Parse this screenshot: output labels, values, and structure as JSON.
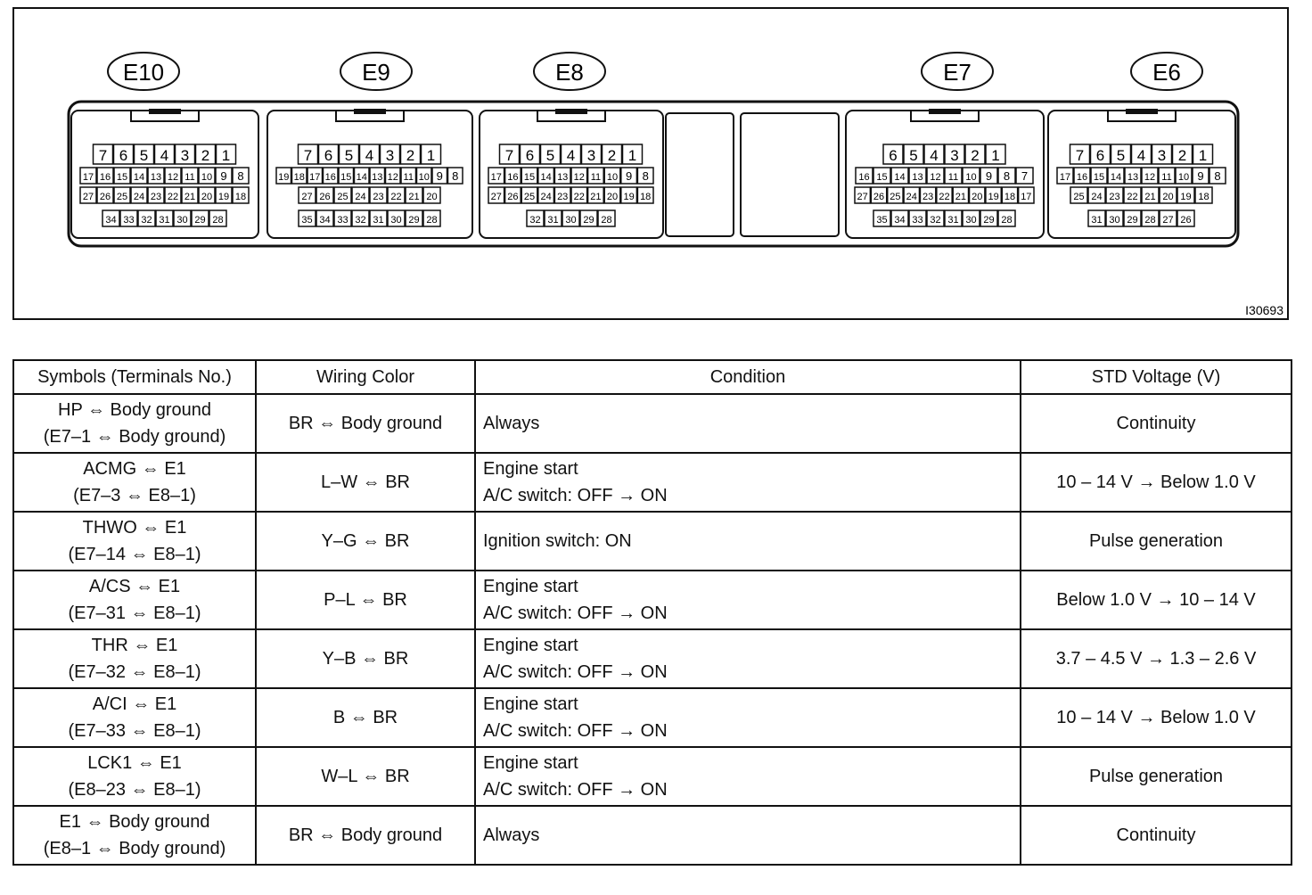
{
  "diagram": {
    "figure_code": "I30693",
    "connectors": [
      {
        "id": "E10",
        "rows": [
          [
            "7",
            "6",
            "5",
            "4",
            "3",
            "2",
            "1"
          ],
          [
            "17",
            "16",
            "15",
            "14",
            "13",
            "12",
            "11",
            "10",
            "9",
            "8"
          ],
          [
            "27",
            "26",
            "25",
            "24",
            "23",
            "22",
            "21",
            "20",
            "19",
            "18"
          ],
          [
            "34",
            "33",
            "32",
            "31",
            "30",
            "29",
            "28"
          ]
        ]
      },
      {
        "id": "E9",
        "rows": [
          [
            "7",
            "6",
            "5",
            "4",
            "3",
            "2",
            "1"
          ],
          [
            "19",
            "18",
            "17",
            "16",
            "15",
            "14",
            "13",
            "12",
            "11",
            "10",
            "9",
            "8"
          ],
          [
            "27",
            "26",
            "25",
            "24",
            "23",
            "22",
            "21",
            "20"
          ],
          [
            "35",
            "34",
            "33",
            "32",
            "31",
            "30",
            "29",
            "28"
          ]
        ]
      },
      {
        "id": "E8",
        "rows": [
          [
            "7",
            "6",
            "5",
            "4",
            "3",
            "2",
            "1"
          ],
          [
            "17",
            "16",
            "15",
            "14",
            "13",
            "12",
            "11",
            "10",
            "9",
            "8"
          ],
          [
            "27",
            "26",
            "25",
            "24",
            "23",
            "22",
            "21",
            "20",
            "19",
            "18"
          ],
          [
            "32",
            "31",
            "30",
            "29",
            "28"
          ]
        ]
      },
      {
        "id": "E7",
        "rows": [
          [
            "6",
            "5",
            "4",
            "3",
            "2",
            "1"
          ],
          [
            "16",
            "15",
            "14",
            "13",
            "12",
            "11",
            "10",
            "9",
            "8",
            "7"
          ],
          [
            "27",
            "26",
            "25",
            "24",
            "23",
            "22",
            "21",
            "20",
            "19",
            "18",
            "17"
          ],
          [
            "35",
            "34",
            "33",
            "32",
            "31",
            "30",
            "29",
            "28"
          ]
        ]
      },
      {
        "id": "E6",
        "rows": [
          [
            "7",
            "6",
            "5",
            "4",
            "3",
            "2",
            "1"
          ],
          [
            "17",
            "16",
            "15",
            "14",
            "13",
            "12",
            "11",
            "10",
            "9",
            "8"
          ],
          [
            "25",
            "24",
            "23",
            "22",
            "21",
            "20",
            "19",
            "18"
          ],
          [
            "31",
            "30",
            "29",
            "28",
            "27",
            "26"
          ]
        ]
      }
    ]
  },
  "table": {
    "headers": {
      "symbols": "Symbols (Terminals No.)",
      "wiring": "Wiring Color",
      "condition": "Condition",
      "voltage": "STD Voltage (V)"
    },
    "rows": [
      {
        "symbol": "HP ⇔ Body ground",
        "terminals": "(E7–1 ⇔ Body ground)",
        "wiring": "BR ⇔ Body ground",
        "condition": [
          "Always",
          ""
        ],
        "voltage": "Continuity"
      },
      {
        "symbol": "ACMG ⇔ E1",
        "terminals": "(E7–3 ⇔ E8–1)",
        "wiring": "L–W ⇔ BR",
        "condition": [
          "Engine start",
          "A/C switch: OFF → ON"
        ],
        "voltage": "10 – 14 V → Below 1.0 V"
      },
      {
        "symbol": "THWO ⇔ E1",
        "terminals": "(E7–14 ⇔ E8–1)",
        "wiring": "Y–G ⇔ BR",
        "condition": [
          "Ignition switch: ON",
          ""
        ],
        "voltage": "Pulse generation"
      },
      {
        "symbol": "A/CS ⇔ E1",
        "terminals": "(E7–31 ⇔ E8–1)",
        "wiring": "P–L ⇔ BR",
        "condition": [
          "Engine start",
          "A/C switch: OFF → ON"
        ],
        "voltage": "Below 1.0 V → 10 – 14 V"
      },
      {
        "symbol": "THR ⇔ E1",
        "terminals": "(E7–32 ⇔ E8–1)",
        "wiring": "Y–B ⇔ BR",
        "condition": [
          "Engine start",
          "A/C switch: OFF → ON"
        ],
        "voltage": "3.7 – 4.5 V → 1.3 – 2.6 V"
      },
      {
        "symbol": "A/CI ⇔ E1",
        "terminals": "(E7–33 ⇔ E8–1)",
        "wiring": "B ⇔ BR",
        "condition": [
          "Engine start",
          "A/C switch: OFF → ON"
        ],
        "voltage": "10 – 14 V → Below 1.0 V"
      },
      {
        "symbol": "LCK1 ⇔ E1",
        "terminals": "(E8–23 ⇔ E8–1)",
        "wiring": "W–L ⇔ BR",
        "condition": [
          "Engine start",
          "A/C switch: OFF → ON"
        ],
        "voltage": "Pulse generation"
      },
      {
        "symbol": "E1 ⇔ Body ground",
        "terminals": "(E8–1 ⇔ Body ground)",
        "wiring": "BR ⇔ Body ground",
        "condition": [
          "Always",
          ""
        ],
        "voltage": "Continuity"
      }
    ]
  }
}
